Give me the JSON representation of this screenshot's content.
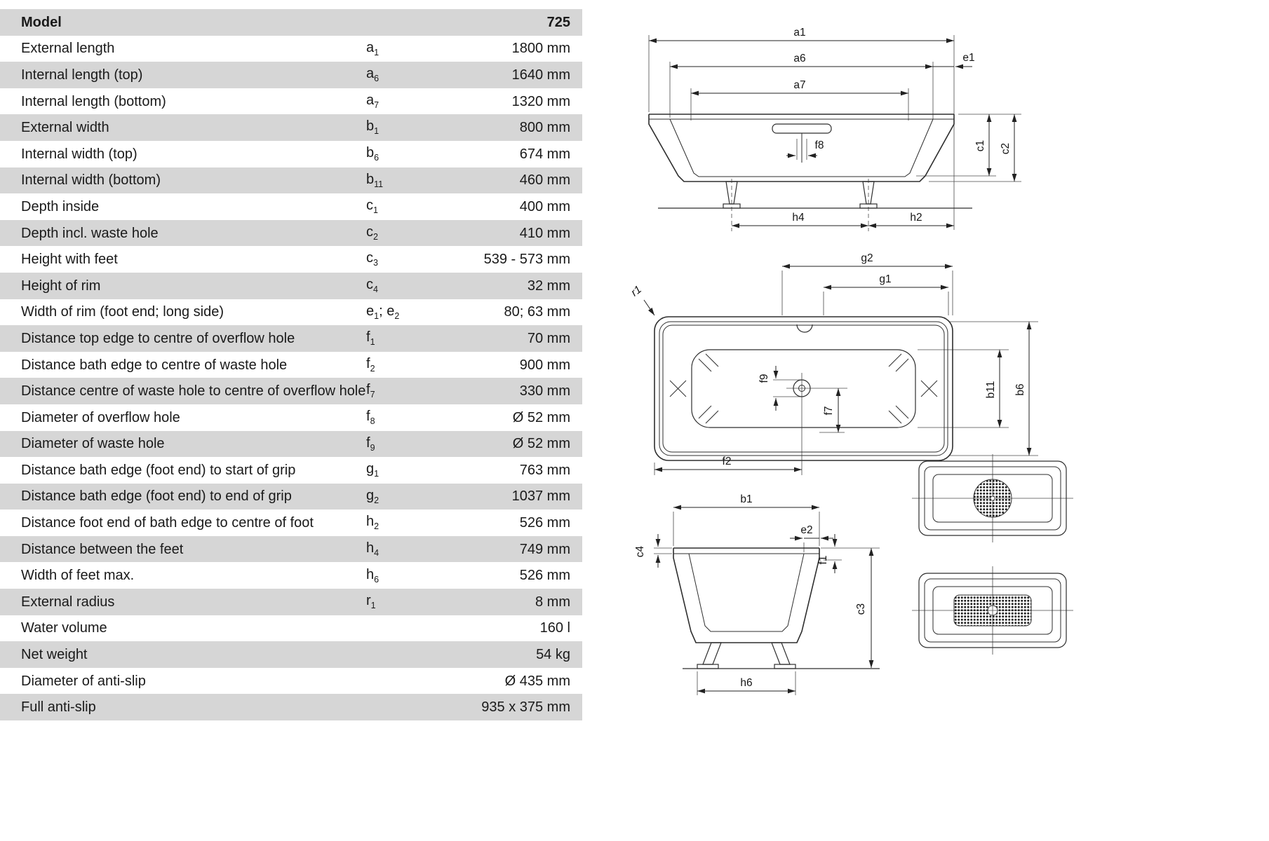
{
  "table": {
    "header": {
      "label": "Model",
      "value": "725"
    },
    "rows": [
      {
        "label": "External length",
        "symbol": [
          [
            "a",
            "1"
          ]
        ],
        "value": "1800 mm"
      },
      {
        "label": "Internal length (top)",
        "symbol": [
          [
            "a",
            "6"
          ]
        ],
        "value": "1640 mm"
      },
      {
        "label": "Internal length (bottom)",
        "symbol": [
          [
            "a",
            "7"
          ]
        ],
        "value": "1320 mm"
      },
      {
        "label": "External width",
        "symbol": [
          [
            "b",
            "1"
          ]
        ],
        "value": "800 mm"
      },
      {
        "label": "Internal width (top)",
        "symbol": [
          [
            "b",
            "6"
          ]
        ],
        "value": "674 mm"
      },
      {
        "label": "Internal width (bottom)",
        "symbol": [
          [
            "b",
            "11"
          ]
        ],
        "value": "460 mm"
      },
      {
        "label": "Depth inside",
        "symbol": [
          [
            "c",
            "1"
          ]
        ],
        "value": "400 mm"
      },
      {
        "label": "Depth incl. waste hole",
        "symbol": [
          [
            "c",
            "2"
          ]
        ],
        "value": "410 mm"
      },
      {
        "label": "Height with feet",
        "symbol": [
          [
            "c",
            "3"
          ]
        ],
        "value": "539 - 573 mm"
      },
      {
        "label": "Height of rim",
        "symbol": [
          [
            "c",
            "4"
          ]
        ],
        "value": "32 mm"
      },
      {
        "label": "Width of rim (foot end; long side)",
        "symbol": [
          [
            "e",
            "1"
          ],
          [
            "; e",
            "2"
          ]
        ],
        "value": "80; 63 mm"
      },
      {
        "label": "Distance top edge to centre of overflow hole",
        "symbol": [
          [
            "f",
            "1"
          ]
        ],
        "value": "70 mm"
      },
      {
        "label": "Distance bath edge to centre of waste hole",
        "symbol": [
          [
            "f",
            "2"
          ]
        ],
        "value": "900 mm"
      },
      {
        "label": "Distance centre of waste hole to centre of overflow hole",
        "symbol": [
          [
            "f",
            "7"
          ]
        ],
        "value": "330 mm"
      },
      {
        "label": "Diameter of overflow hole",
        "symbol": [
          [
            "f",
            "8"
          ]
        ],
        "value": "Ø 52 mm"
      },
      {
        "label": "Diameter of waste hole",
        "symbol": [
          [
            "f",
            "9"
          ]
        ],
        "value": "Ø 52 mm"
      },
      {
        "label": "Distance bath edge  (foot end) to start of grip",
        "symbol": [
          [
            "g",
            "1"
          ]
        ],
        "value": "763 mm"
      },
      {
        "label": "Distance bath edge  (foot end) to end of grip",
        "symbol": [
          [
            "g",
            "2"
          ]
        ],
        "value": "1037 mm"
      },
      {
        "label": "Distance foot end of bath edge to centre of foot",
        "symbol": [
          [
            "h",
            "2"
          ]
        ],
        "value": "526 mm"
      },
      {
        "label": "Distance between the feet",
        "symbol": [
          [
            "h",
            "4"
          ]
        ],
        "value": "749 mm"
      },
      {
        "label": "Width of feet max.",
        "symbol": [
          [
            "h",
            "6"
          ]
        ],
        "value": "526 mm"
      },
      {
        "label": "External radius",
        "symbol": [
          [
            "r",
            "1"
          ]
        ],
        "value": "8 mm"
      },
      {
        "label": "Water volume",
        "symbol": [],
        "value": "160 l"
      },
      {
        "label": "Net weight",
        "symbol": [],
        "value": "54 kg"
      },
      {
        "label": "Diameter of anti-slip",
        "symbol": [],
        "value": "Ø 435 mm"
      },
      {
        "label": "Full anti-slip",
        "symbol": [],
        "value": "935 x 375 mm"
      }
    ],
    "colors": {
      "row_alt": "#d6d6d6",
      "text": "#1a1a1a"
    }
  },
  "drawings": {
    "side_view": {
      "labels": {
        "a1": "a1",
        "a6": "a6",
        "e1": "e1",
        "a7": "a7",
        "f8": "f8",
        "c1": "c1",
        "c2": "c2",
        "h4": "h4",
        "h2": "h2"
      }
    },
    "plan_view": {
      "labels": {
        "g2": "g2",
        "g1": "g1",
        "r1": "r1",
        "f9": "f9",
        "f7": "f7",
        "b11": "b11",
        "b6": "b6",
        "f2": "f2"
      }
    },
    "end_view": {
      "labels": {
        "b1": "b1",
        "e2": "e2",
        "c4": "c4",
        "f1": "f1",
        "c3": "c3",
        "h6": "h6"
      }
    }
  }
}
